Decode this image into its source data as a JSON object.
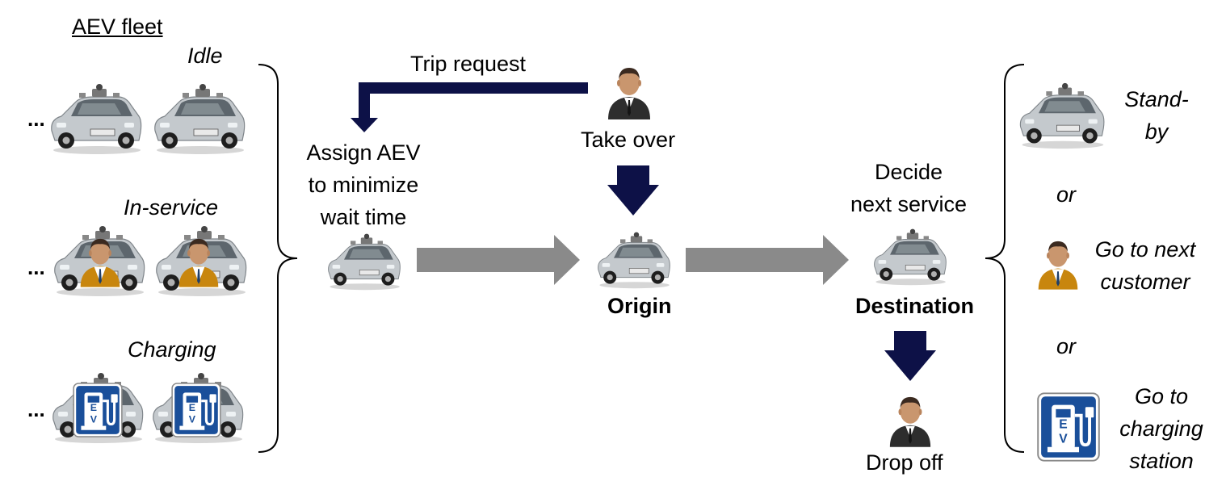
{
  "fleet": {
    "title": "AEV fleet",
    "idle": "Idle",
    "in_service": "In-service",
    "charging": "Charging",
    "ellipsis": "..."
  },
  "flow": {
    "trip_request": "Trip request",
    "take_over": "Take over",
    "assign_lines": [
      "Assign AEV",
      "to minimize",
      "wait time"
    ],
    "origin": "Origin",
    "decide_lines": [
      "Decide",
      "next service"
    ],
    "destination": "Destination",
    "drop_off": "Drop off"
  },
  "options": {
    "standby_lines": [
      "Stand-",
      "by"
    ],
    "or": "or",
    "next_customer_lines": [
      "Go to next",
      "customer"
    ],
    "charging_lines": [
      "Go to",
      "charging",
      "station"
    ]
  },
  "ev_sign": {
    "letter_top": "E",
    "letter_bottom": "V"
  },
  "colors": {
    "navy_arrow": "#0d1147",
    "gray_arrow": "#8a8a8a",
    "ev_blue": "#1a4f9a",
    "car_body": "#c4c9cd",
    "jacket": "#c8860e"
  }
}
